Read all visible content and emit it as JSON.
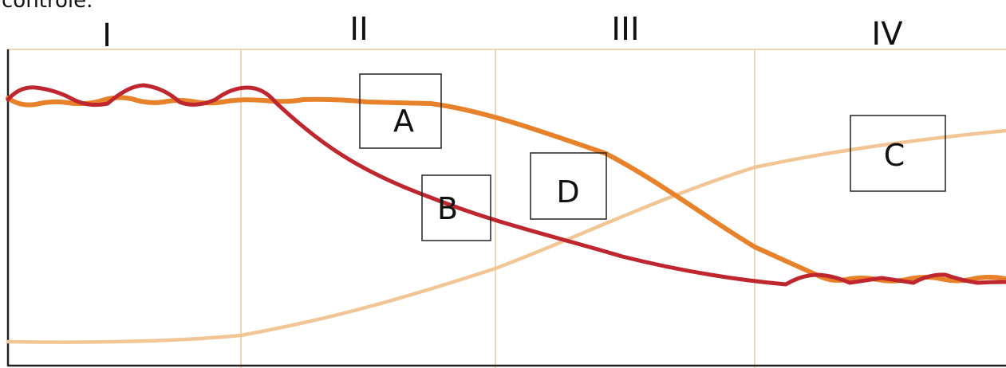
{
  "header_text": "controle.",
  "phases": [
    {
      "label": "I"
    },
    {
      "label": "II"
    },
    {
      "label": "III"
    },
    {
      "label": "IV"
    }
  ],
  "boxes": [
    {
      "label": "A"
    },
    {
      "label": "B"
    },
    {
      "label": "C"
    },
    {
      "label": "D"
    }
  ],
  "colors": {
    "curve_A": "#e8822a",
    "curve_B": "#c0262e",
    "curve_C": "#f2c595",
    "grid": "#efd7b5",
    "axis": "#222222",
    "box_border": "#222222"
  }
}
